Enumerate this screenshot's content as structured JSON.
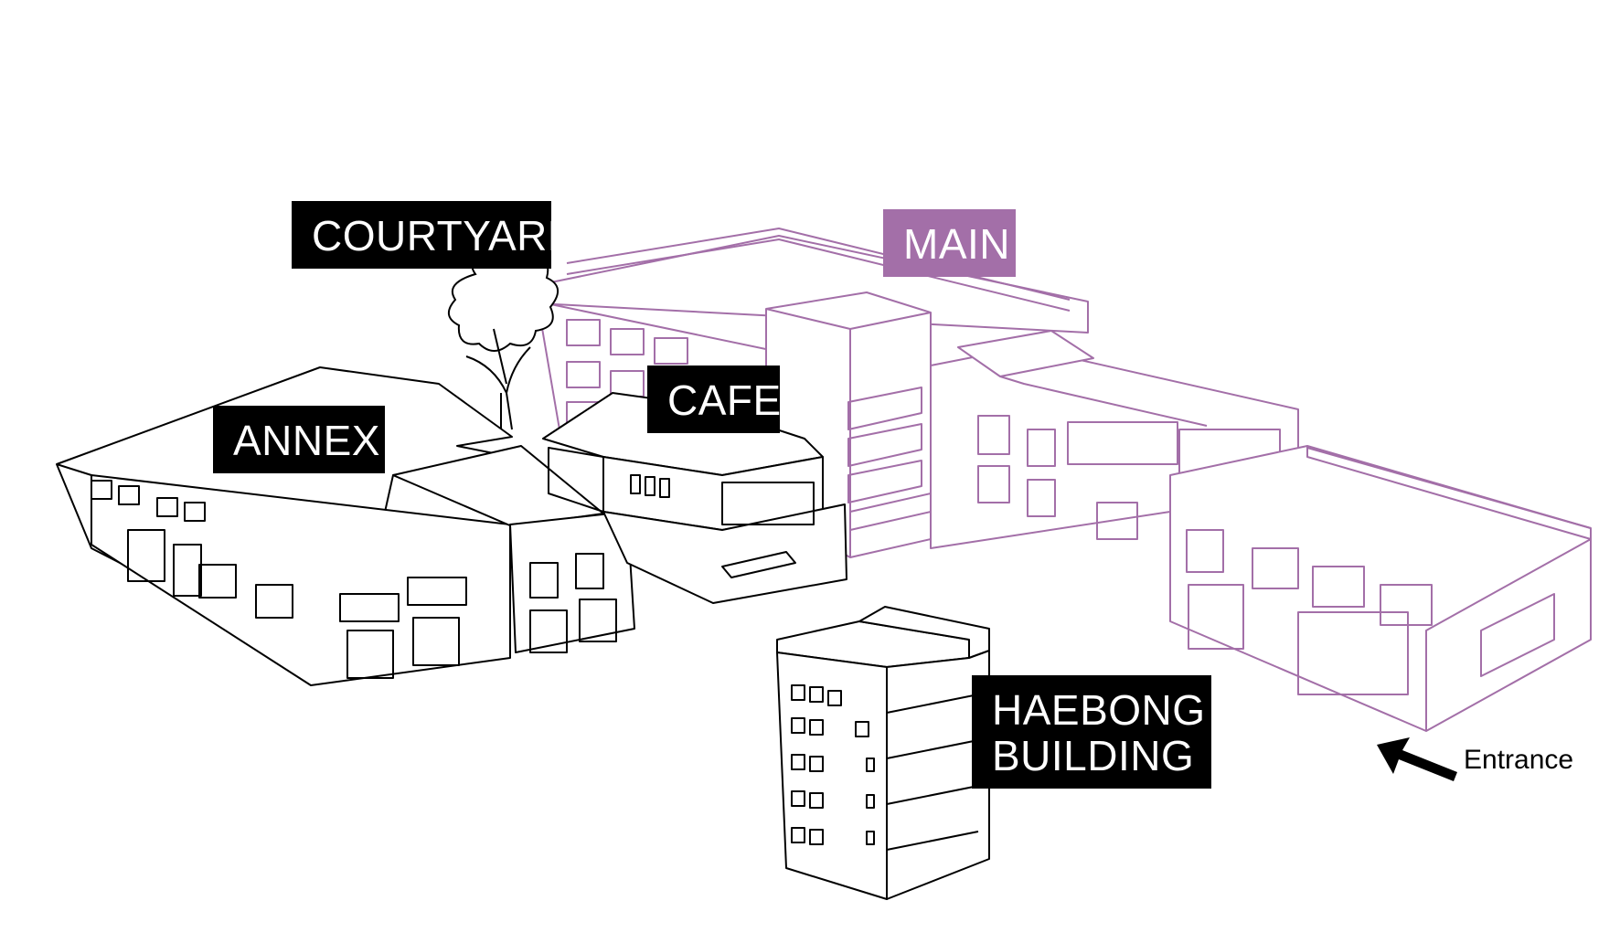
{
  "labels": {
    "courtyard": "COURTYARD",
    "main": "MAIN",
    "cafe": "CAFE",
    "annex": "ANNEX",
    "haebong_line1": "HAEBONG",
    "haebong_line2": "BUILDING"
  },
  "entrance": {
    "text": "Entrance",
    "icon": "arrow-up-left-icon"
  },
  "colors": {
    "label_background": "#000000",
    "main_label_background": "#a36fa8",
    "main_building_stroke": "#a36fa8",
    "building_stroke": "#000000",
    "label_text": "#ffffff"
  }
}
